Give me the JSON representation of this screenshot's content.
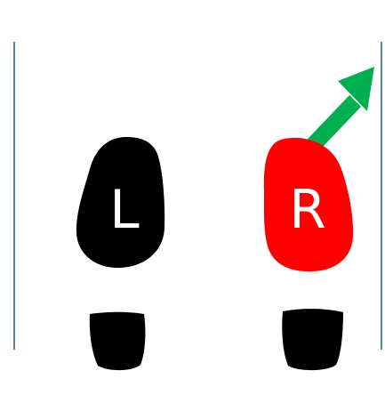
{
  "diagram": {
    "left_foot": {
      "label": "L",
      "color": "#000000"
    },
    "right_foot": {
      "label": "R",
      "color": "#ff0000"
    },
    "heel_color": "#000000",
    "arrow": {
      "direction": "up-right",
      "color": "#00b050"
    },
    "boundary_color": "#5b7fa9"
  }
}
